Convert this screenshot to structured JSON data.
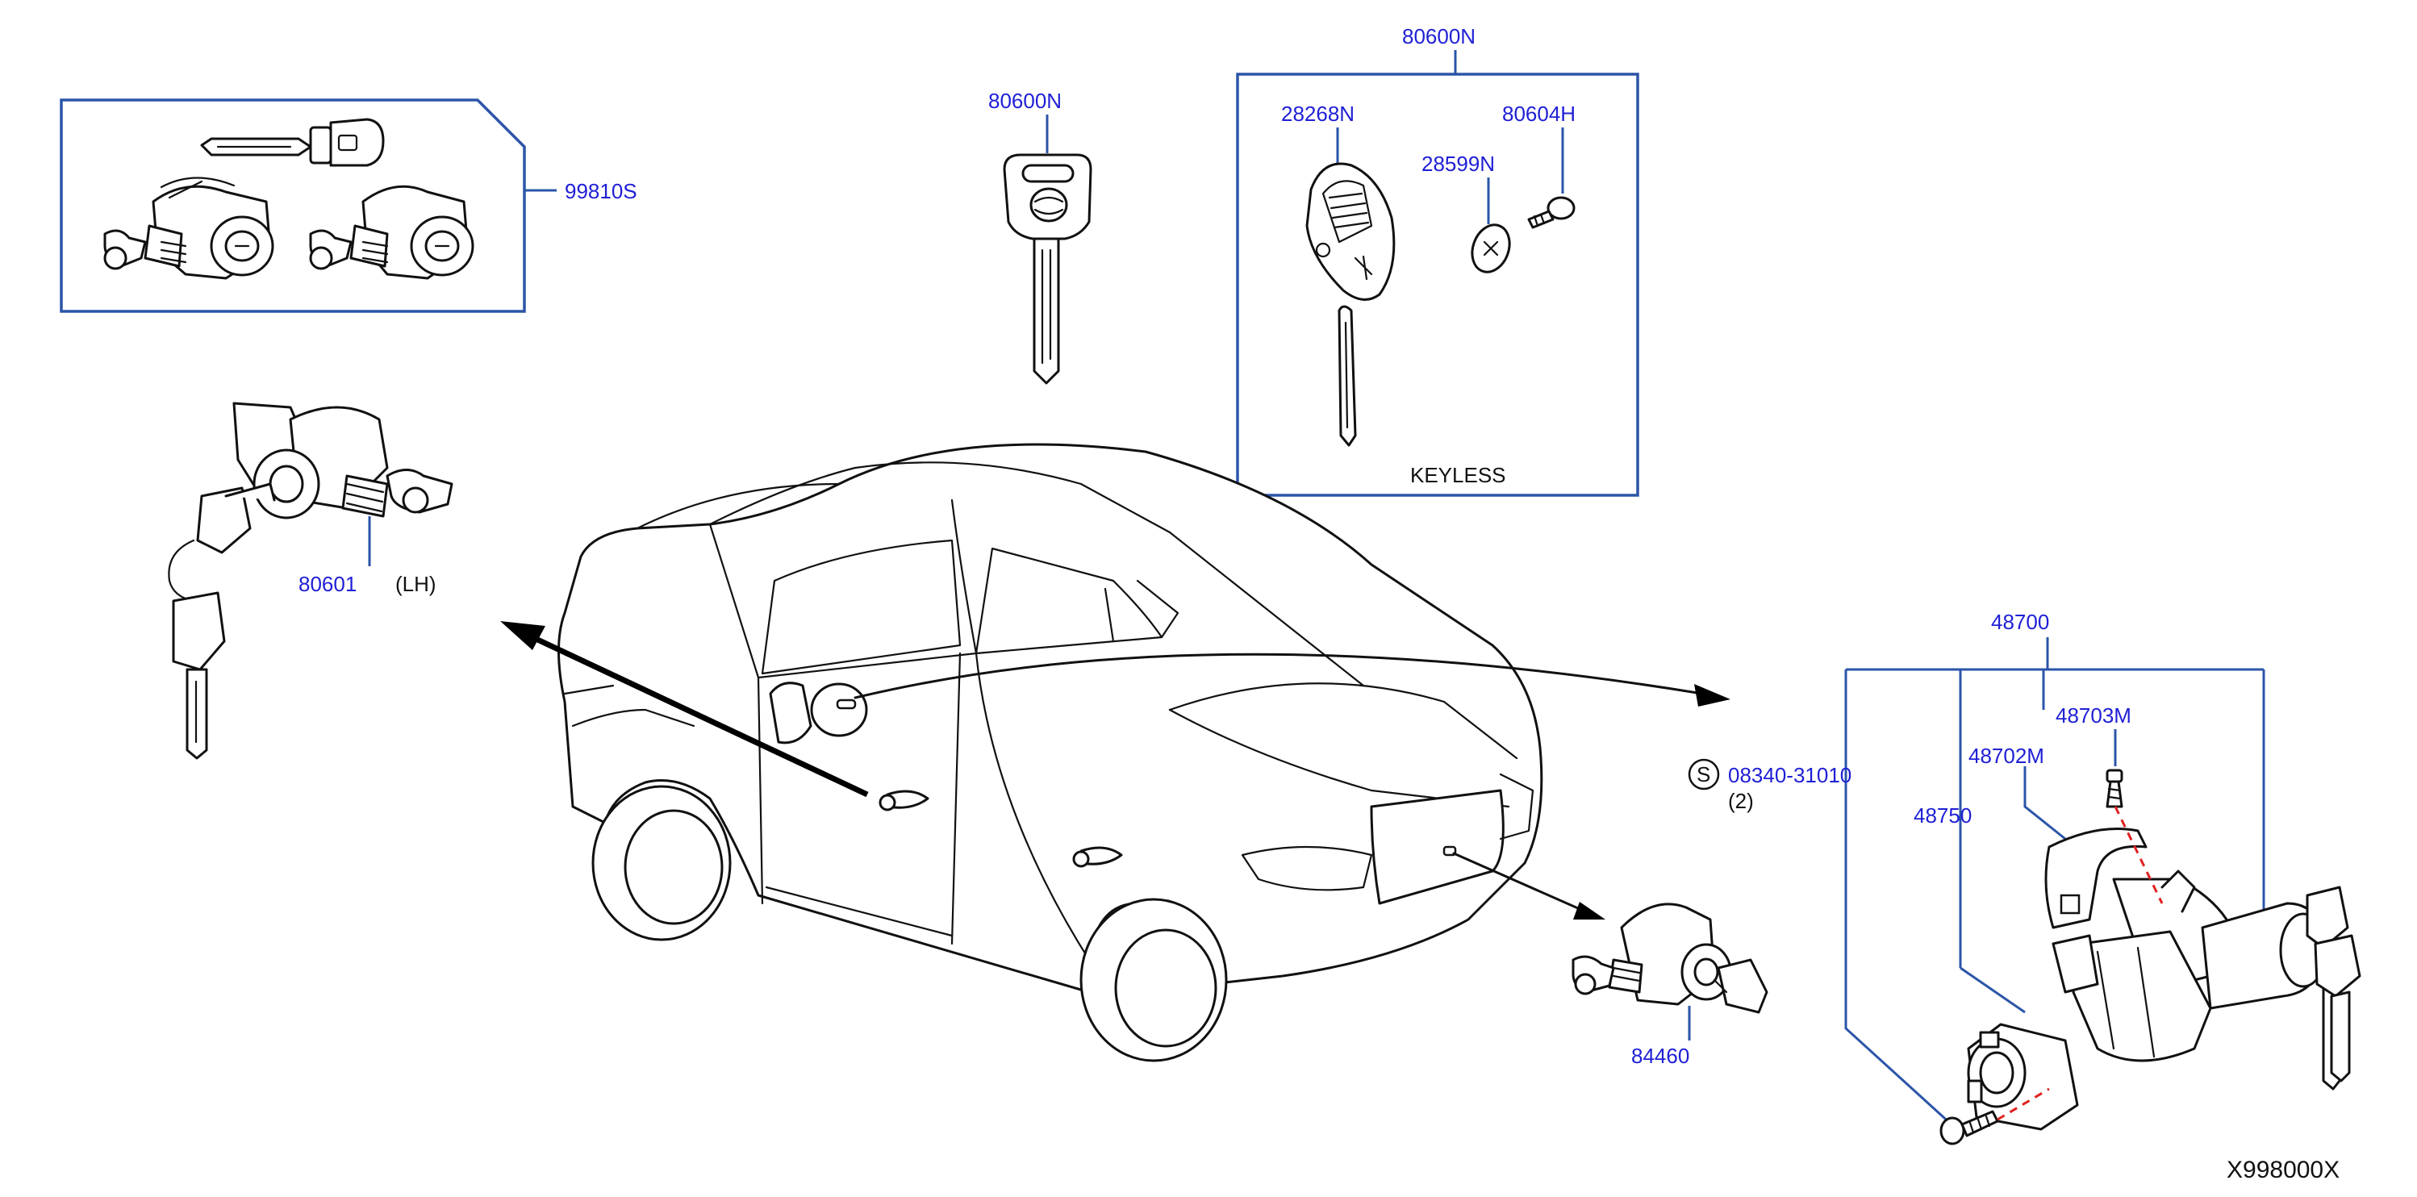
{
  "diagram": {
    "reference_code": "X998000X",
    "parts": {
      "kit": "99810S",
      "key_blank": "80600N",
      "keyless_kit": "80600N",
      "keyless_fob": "28268N",
      "battery": "28599N",
      "screw_fob": "80604H",
      "door_lock_lh": "80601",
      "door_lock_lh_side": "(LH)",
      "trunk_lock": "84460",
      "steering_lock_kit": "48700",
      "bracket": "48702M",
      "screw_small": "48703M",
      "cylinder_switch": "48750",
      "screw_std_symbol": "S",
      "screw_std": "08340-31010",
      "screw_std_qty": "(2)"
    },
    "keyless_caption": "KEYLESS"
  }
}
